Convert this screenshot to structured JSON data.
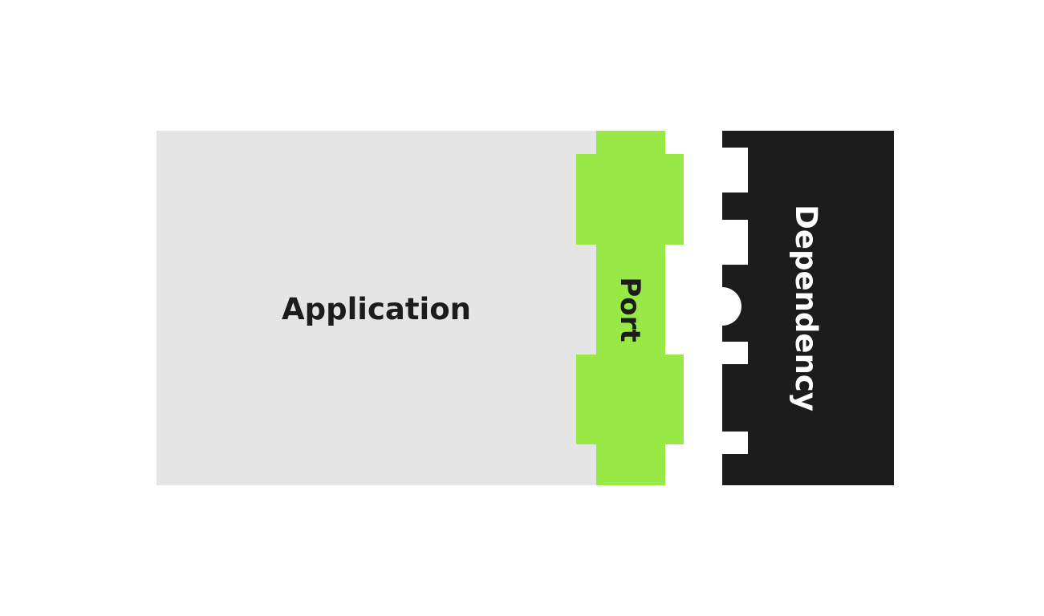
{
  "diagram": {
    "application": {
      "label": "Application",
      "fill": "#e5e5e5",
      "text_color": "#1c1c1c"
    },
    "port": {
      "label": "Port",
      "fill": "#98e945",
      "text_color": "#1c1c1c"
    },
    "dependency": {
      "label": "Dependency",
      "fill": "#1c1c1c",
      "text_color": "#ffffff"
    }
  }
}
